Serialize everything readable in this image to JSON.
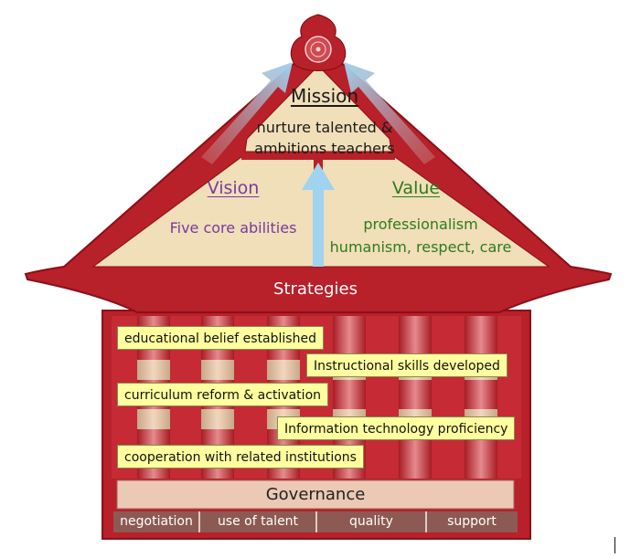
{
  "mission": {
    "title": "Mission",
    "line1": "nurture talented &",
    "line2": "ambitions teachers"
  },
  "vision": {
    "title": "Vision",
    "text": "Five core abilities"
  },
  "value": {
    "title": "Value",
    "line1": "professionalism",
    "line2": "humanism, respect, care"
  },
  "strategies": {
    "title": "Strategies"
  },
  "strategy_items": [
    "educational belief established",
    "Instructional skills developed",
    "curriculum reform & activation",
    "Information technology proficiency",
    "cooperation with related institutions"
  ],
  "governance": {
    "title": "Governance",
    "items": [
      "negotiation",
      "use of talent",
      "quality",
      "support"
    ]
  },
  "colors": {
    "roof_red": "#b8202a",
    "beige": "#f0dfb8",
    "arrow_blue": "#9fd3f0",
    "label_yellow": "#ffffa0",
    "vision_purple": "#7a3aa0",
    "value_green": "#2e7a1e"
  }
}
